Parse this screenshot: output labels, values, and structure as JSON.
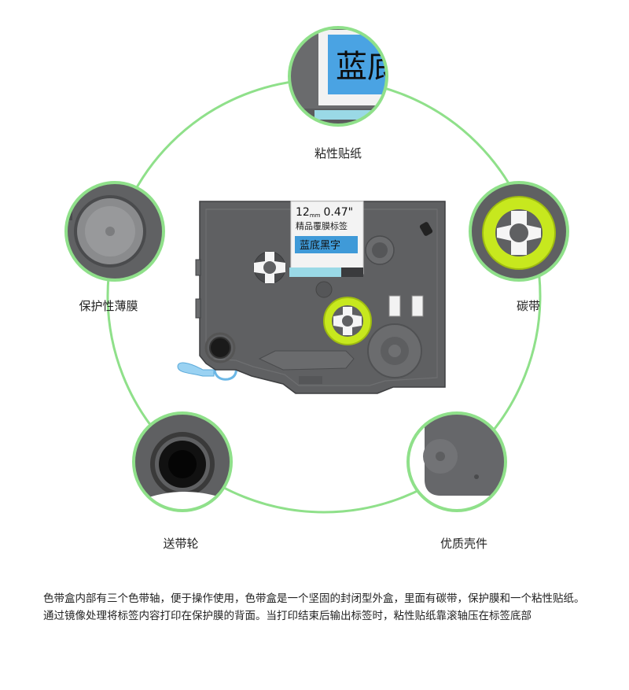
{
  "cartridge": {
    "size_mm": "12",
    "size_mm_unit": "mm",
    "size_inch": "0.47\"",
    "product_line": "精品覆膜标签",
    "tape_text": "蓝底黑字"
  },
  "callouts": {
    "adhesive": {
      "label": "粘性贴纸",
      "zoom_text": "蓝底"
    },
    "protective_film": {
      "label": "保护性薄膜"
    },
    "carbon_ribbon": {
      "label": "碳带"
    },
    "feed_spool": {
      "label": "送带轮"
    },
    "shell": {
      "label": "优质壳件"
    }
  },
  "description": "色带盒内部有三个色带轴，便于操作使用，色带盒是一个坚固的封闭型外盒，里面有碳带，保护膜和一个粘性贴纸。通过镜像处理将标签内容打印在保护膜的背面。当打印结束后输出标签时，粘性贴纸靠滚轴压在标签底部",
  "colors": {
    "ring_green": "#8fe08a",
    "cartridge_gray": "#5f6062",
    "cartridge_dark": "#47484a",
    "tape_blue": "#3f9ad8",
    "spool_lime": "#c7e81e"
  }
}
